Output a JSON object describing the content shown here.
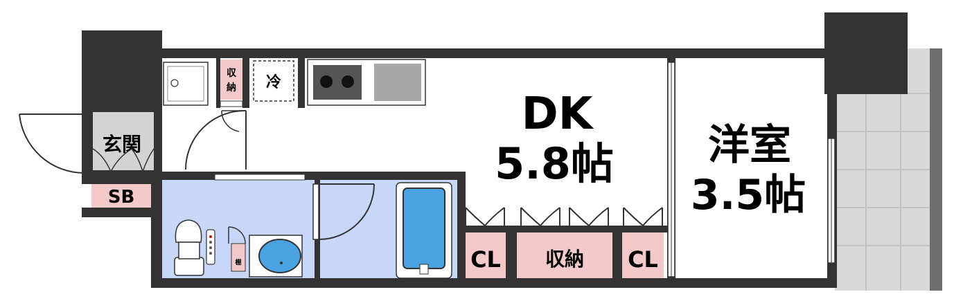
{
  "rooms": {
    "dk": {
      "name": "DK",
      "size": "5.8帖"
    },
    "western": {
      "name": "洋室",
      "size": "3.5帖"
    }
  },
  "labels": {
    "entrance": "玄関",
    "shoe_box": "SB",
    "storage_small": "収納",
    "fridge": "冷",
    "closet_left": "CL",
    "storage_center": "収納",
    "closet_right": "CL",
    "shelf": "棚"
  },
  "colors": {
    "wall": "#333333",
    "bath_area": "#c8d6f7",
    "storage_pink": "#f4c9c9",
    "balcony": "#d9d9d9",
    "entrance_floor": "#d3d3d3"
  }
}
